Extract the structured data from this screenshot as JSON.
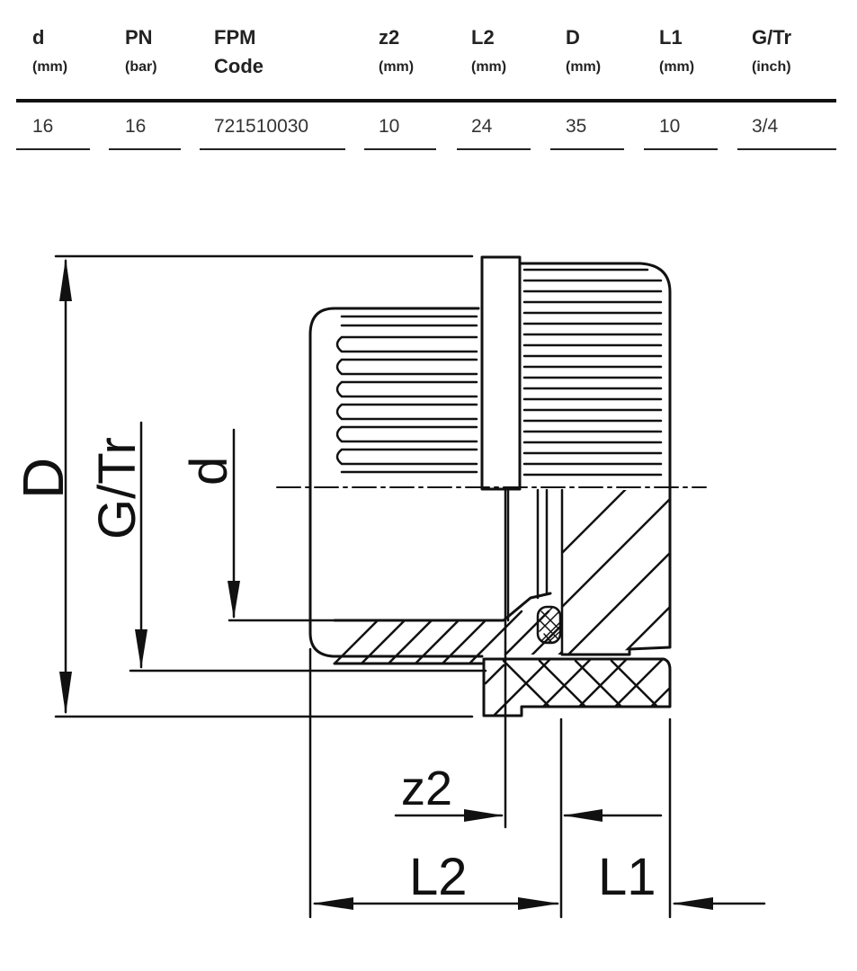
{
  "table": {
    "columns": [
      {
        "key": "d",
        "label": "d",
        "unit": "(mm)"
      },
      {
        "key": "pn",
        "label": "PN",
        "unit": "(bar)"
      },
      {
        "key": "fpm",
        "label": "FPM",
        "label2": "Code"
      },
      {
        "key": "z2",
        "label": "z2",
        "unit": "(mm)"
      },
      {
        "key": "l2",
        "label": "L2",
        "unit": "(mm)"
      },
      {
        "key": "dd",
        "label": "D",
        "unit": "(mm)"
      },
      {
        "key": "l1",
        "label": "L1",
        "unit": "(mm)"
      },
      {
        "key": "g",
        "label": "G/Tr",
        "unit": "(inch)"
      }
    ],
    "row": [
      "16",
      "16",
      "721510030",
      "10",
      "24",
      "35",
      "10",
      "3/4"
    ]
  },
  "drawing": {
    "labels": {
      "D": "D",
      "GTr": "G/Tr",
      "d": "d",
      "z2": "z2",
      "L2": "L2",
      "L1": "L1"
    }
  }
}
